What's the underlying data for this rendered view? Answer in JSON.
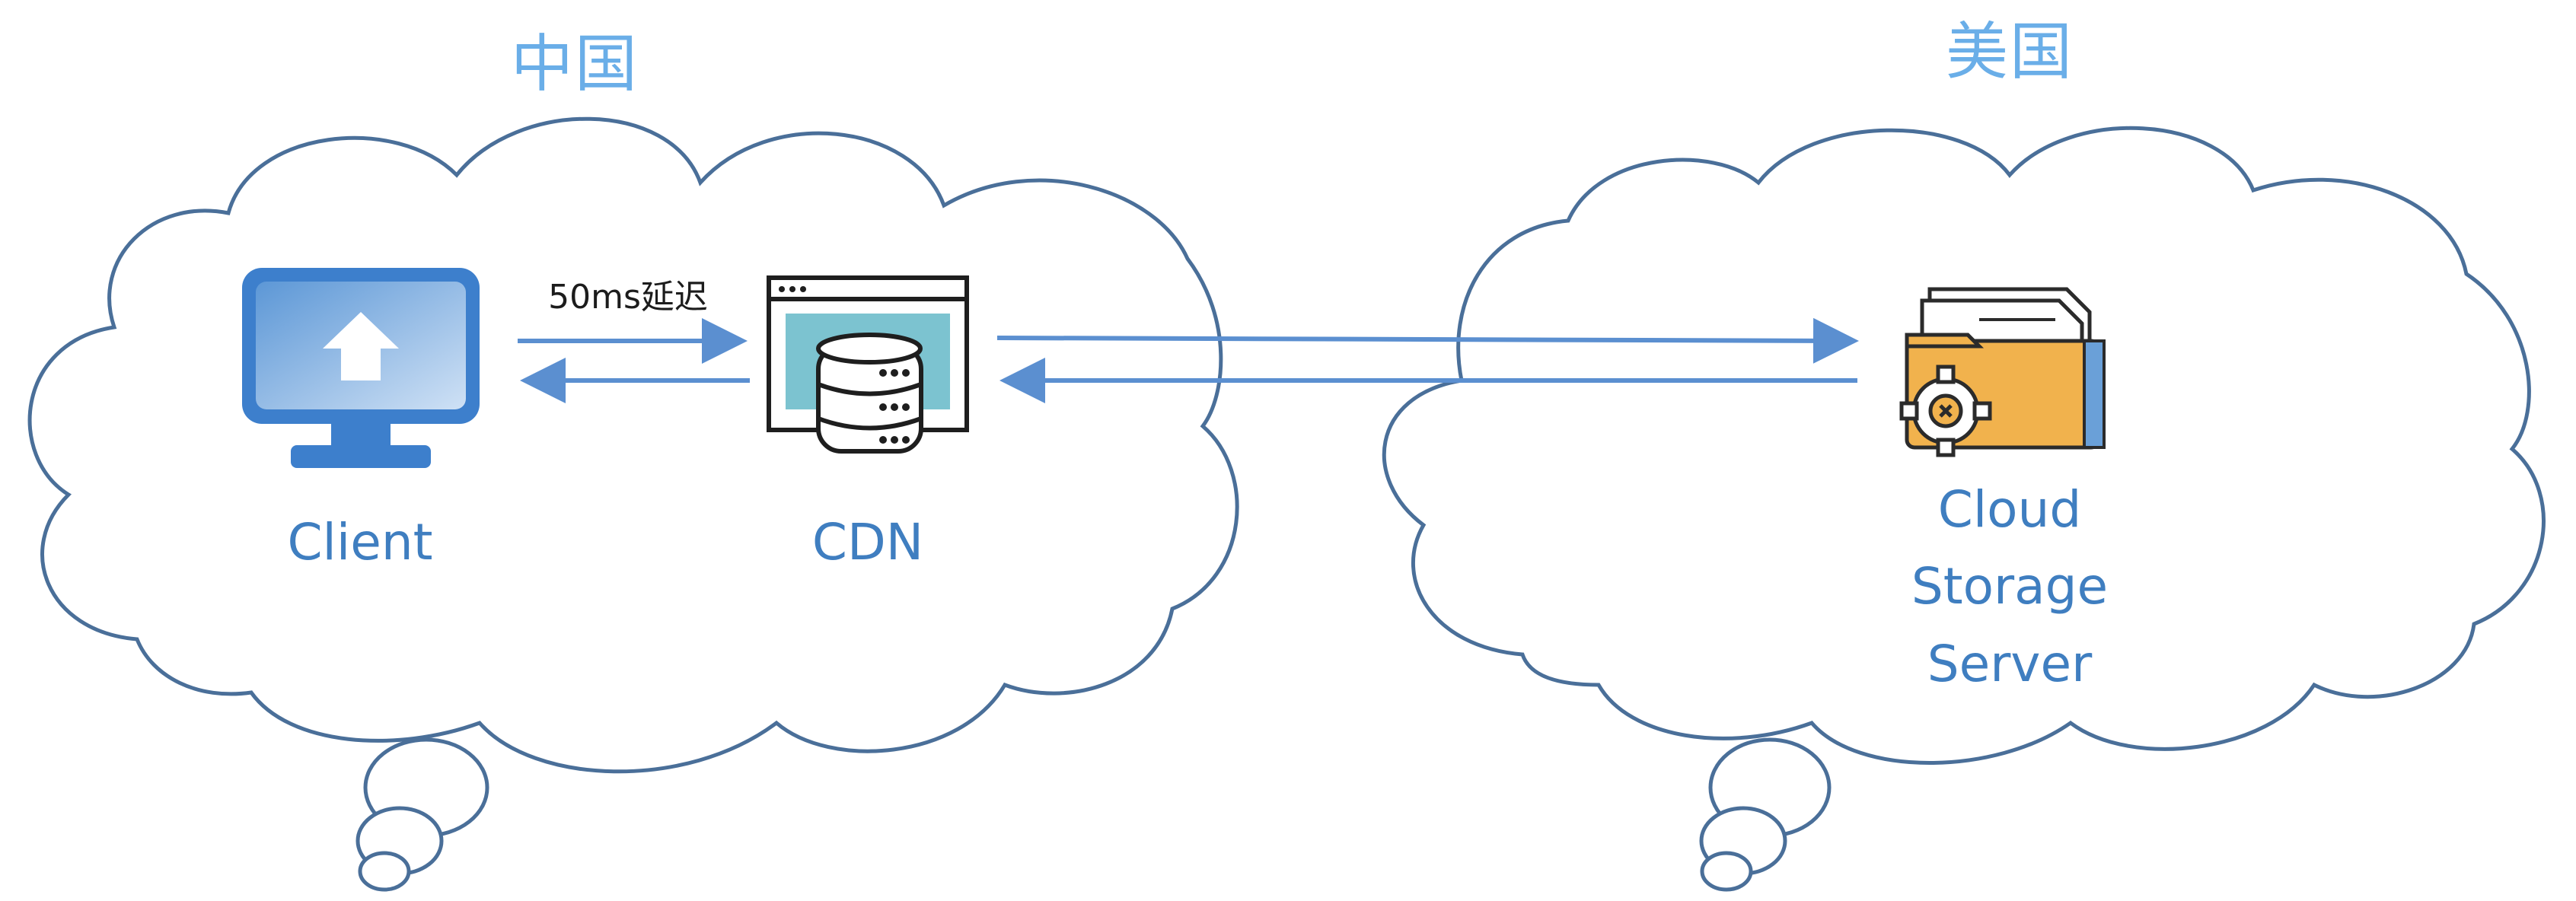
{
  "regions": {
    "china": {
      "title": "中国"
    },
    "usa": {
      "title": "美国"
    }
  },
  "nodes": {
    "client": {
      "label": "Client",
      "icon": "computer-monitor-upload-icon"
    },
    "cdn": {
      "label": "CDN",
      "icon": "database-server-icon"
    },
    "storage": {
      "label_lines": [
        "Cloud",
        "Storage",
        "Server"
      ],
      "icon": "folder-gear-icon"
    }
  },
  "links": {
    "client_cdn": {
      "label": "50ms延迟"
    }
  },
  "colors": {
    "title": "#6aaee8",
    "label": "#3f7ec0",
    "cloud_stroke": "#4a6f99",
    "arrow": "#5b8fd0",
    "folder": "#f1b24d"
  }
}
